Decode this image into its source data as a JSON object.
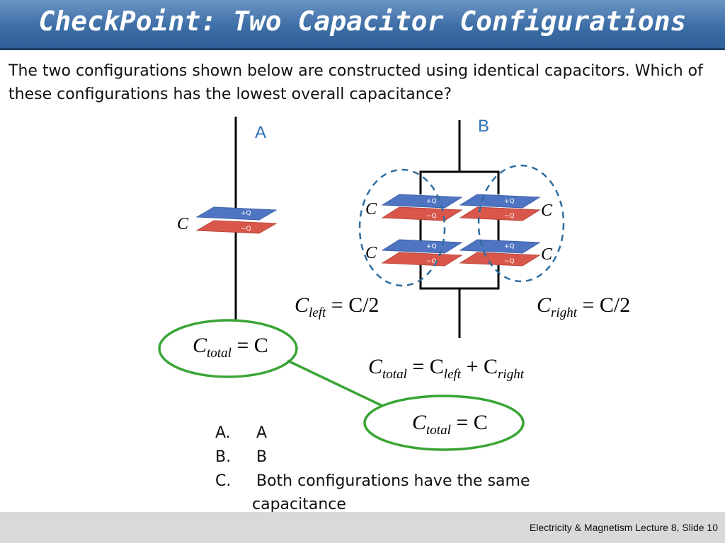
{
  "slide": {
    "title": "CheckPoint: Two Capacitor Configurations",
    "question": "The two configurations shown below are constructed using identical capacitors. Which of these configurations has the lowest overall capacitance?",
    "footer": "Electricity & Magnetism  Lecture 8, Slide 10"
  },
  "diagram": {
    "label_a": "A",
    "label_b": "B",
    "cap_label": "C",
    "plate_plus": "+Q",
    "plate_minus": "−Q",
    "eq_left_base": "C",
    "eq_left_sub": "left",
    "eq_left_rhs": " = C/2",
    "eq_right_base": "C",
    "eq_right_sub": "right",
    "eq_right_rhs": " = C/2",
    "eq_total_a_base": "C",
    "eq_total_a_sub": "total",
    "eq_total_a_rhs": " = C",
    "eq_sum_base": "C",
    "eq_sum_sub": "total",
    "eq_sum_mid": " = C",
    "eq_sum_sub2": "left",
    "eq_sum_plus": " + C",
    "eq_sum_sub3": "right",
    "eq_total_b_base": "C",
    "eq_total_b_sub": "total",
    "eq_total_b_rhs": " = C",
    "colors": {
      "plate_plus": "#4f75c2",
      "plate_minus": "#d9574a",
      "highlight": "#3aa535",
      "dashed": "#2e6da0",
      "label_blue": "#2f6fb5"
    }
  },
  "options": [
    {
      "letter": "A.",
      "text": "A"
    },
    {
      "letter": "B.",
      "text": "B"
    },
    {
      "letter": "C.",
      "text": "Both configurations have the same",
      "text2": "capacitance"
    }
  ]
}
